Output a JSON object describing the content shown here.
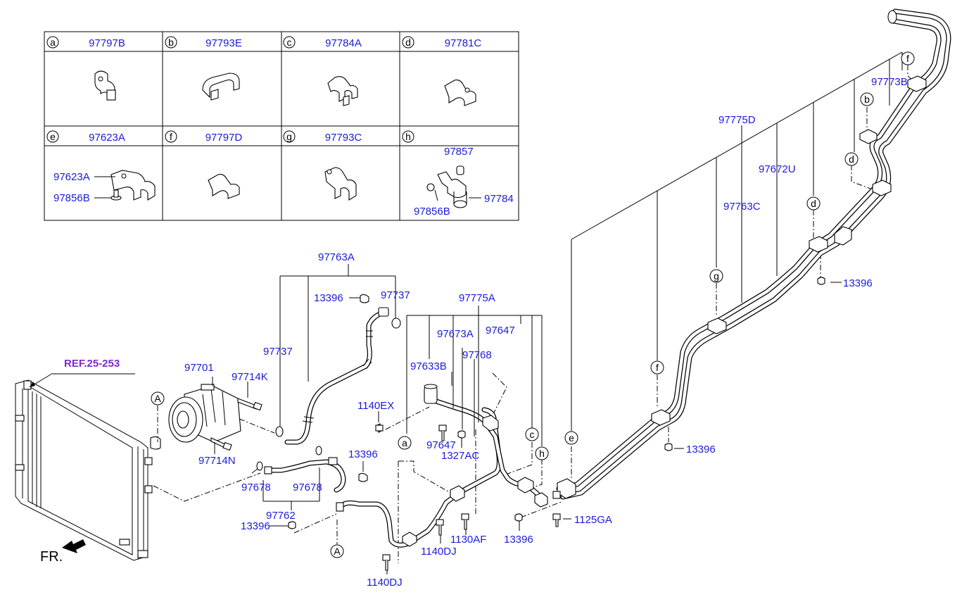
{
  "table": {
    "cells": [
      {
        "letter": "a",
        "part": "97797B"
      },
      {
        "letter": "b",
        "part": "97793E"
      },
      {
        "letter": "c",
        "part": "97784A"
      },
      {
        "letter": "d",
        "part": "97781C"
      },
      {
        "letter": "e",
        "part": "97623A"
      },
      {
        "letter": "f",
        "part": "97797D"
      },
      {
        "letter": "g",
        "part": "97793C"
      },
      {
        "letter": "h",
        "part": ""
      }
    ],
    "detail_e": {
      "bracket": "97623A",
      "bolt": "97856B"
    },
    "detail_h": {
      "cap": "97857",
      "bolt": "97856B",
      "clamp": "97784"
    }
  },
  "labels": {
    "ref": "REF.25-253",
    "fr": "FR.",
    "compressor": "97701",
    "bolt_upper": "97714K",
    "bolt_lower": "97714N",
    "suction_hose": "97763A",
    "oring_top": "97737",
    "oring_left": "97737",
    "nut_top": "13396",
    "discharge_hose": "97762",
    "oring_l": "97678",
    "oring_r": "97678",
    "nut_mid": "13396",
    "nut_lower": "13396",
    "pipe_assy": "97775A",
    "pipe_b": "97673A",
    "pipe_c": "97647",
    "pipe_d": "97768",
    "valve": "97633B",
    "bolt_ex": "1140EX",
    "bolt_647": "97647",
    "nut_ac": "1327AC",
    "bolt_dj_1": "1140DJ",
    "bolt_dj_2": "1140DJ",
    "bolt_af": "1130AF",
    "nut_bottom": "13396",
    "bolt_ga": "1125GA",
    "rear_assy": "97775D",
    "rear_pipe_1": "97672U",
    "rear_pipe_2": "97763C",
    "rear_pipe_3": "97773B",
    "nut_rear_1": "13396",
    "nut_rear_2": "13396"
  },
  "callouts": {
    "A1": "A",
    "A2": "A",
    "a": "a",
    "c": "c",
    "h": "h",
    "e": "e",
    "f1": "f",
    "f2": "f",
    "g": "g",
    "d1": "d",
    "d2": "d",
    "b": "b"
  },
  "colors": {
    "label": "#1b1bd9",
    "ref": "#7a2ad1",
    "line": "#000000"
  }
}
